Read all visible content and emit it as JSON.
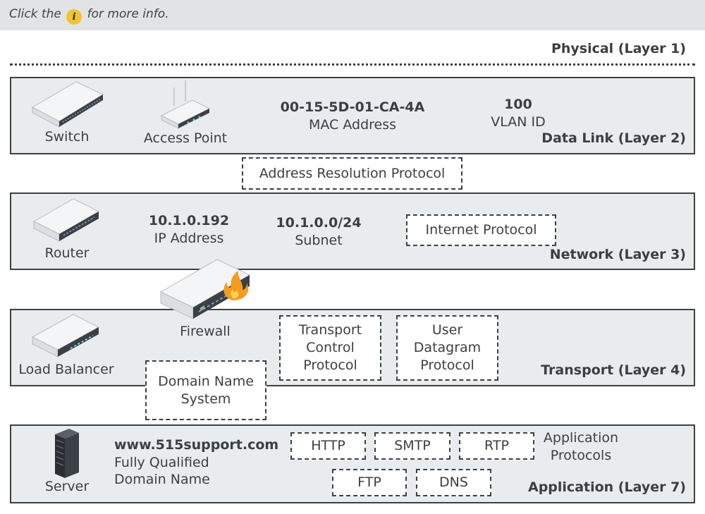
{
  "hint": {
    "before": "Click the",
    "icon_glyph": "i",
    "after": "for more info."
  },
  "layers": {
    "physical": {
      "label": "Physical (Layer 1)"
    },
    "datalink": {
      "label": "Data Link (Layer 2)"
    },
    "network": {
      "label": "Network (Layer 3)"
    },
    "transport": {
      "label": "Transport (Layer 4)"
    },
    "application": {
      "label": "Application (Layer 7)"
    }
  },
  "devices": {
    "switch": "Switch",
    "access_point": "Access Point",
    "router": "Router",
    "firewall": "Firewall",
    "load_balancer": "Load Balancer",
    "server": "Server"
  },
  "datalink": {
    "mac_value": "00-15-5D-01-CA-4A",
    "mac_label": "MAC Address",
    "vlan_value": "100",
    "vlan_label": "VLAN ID"
  },
  "arp": "Address Resolution Protocol",
  "network": {
    "ip_value": "10.1.0.192",
    "ip_label": "IP Address",
    "subnet_value": "10.1.0.0/24",
    "subnet_label": "Subnet",
    "ip_protocol": "Internet Protocol"
  },
  "transport": {
    "tcp": [
      "Transport",
      "Control",
      "Protocol"
    ],
    "udp": [
      "User",
      "Datagram",
      "Protocol"
    ],
    "dns_system": [
      "Domain Name",
      "System"
    ]
  },
  "application": {
    "fqdn_value": "www.515support.com",
    "fqdn_label": [
      "Fully Qualified",
      "Domain Name"
    ],
    "protocols_label": [
      "Application",
      "Protocols"
    ],
    "protocols": {
      "http": "HTTP",
      "smtp": "SMTP",
      "rtp": "RTP",
      "ftp": "FTP",
      "dns": "DNS"
    }
  },
  "colors": {
    "layer_fill": "#e8ecef",
    "border": "#3c4146",
    "info_icon": "#f2c230",
    "flame": "#f39c1e"
  },
  "icons": [
    "info-icon",
    "switch-icon",
    "access-point-icon",
    "router-icon",
    "firewall-icon",
    "flame-icon",
    "load-balancer-icon",
    "server-icon"
  ]
}
